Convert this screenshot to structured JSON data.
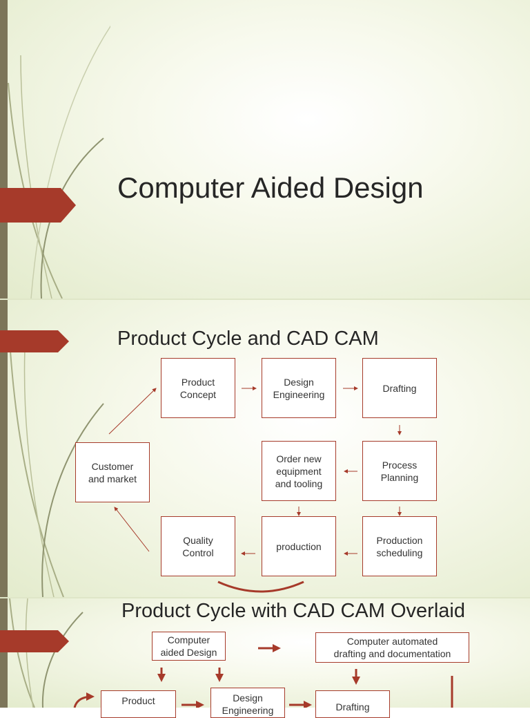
{
  "slide1": {
    "title": "Computer Aided Design"
  },
  "slide2": {
    "title": "Product Cycle and CAD CAM",
    "boxes": {
      "product_concept": "Product\nConcept",
      "design_engineering": "Design\nEngineering",
      "drafting": "Drafting",
      "customer_market": "Customer\nand market",
      "order_equipment": "Order new\nequipment\nand tooling",
      "process_planning": "Process\nPlanning",
      "quality_control": "Quality\nControl",
      "production": "production",
      "production_scheduling": "Production\nscheduling"
    }
  },
  "slide3": {
    "title": "Product Cycle with CAD CAM Overlaid",
    "boxes": {
      "computer_aided_design": "Computer\naided Design",
      "computer_automated_drafting": "Computer automated\ndrafting and documentation",
      "product": "Product",
      "design_engineering": "Design\nEngineering",
      "drafting": "Drafting"
    }
  },
  "colors": {
    "accent": "#a63a2a",
    "stripe": "#7c7559",
    "background": "#eef3dd"
  }
}
